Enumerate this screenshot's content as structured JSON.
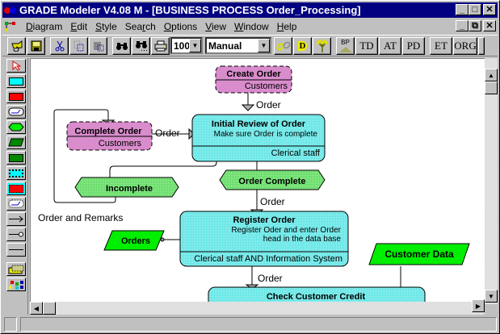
{
  "window": {
    "title": "GRADE Modeler V4.08 M - [BUSINESS PROCESS Order_Processing]",
    "controls": {
      "minimize": "_",
      "maximize": "□",
      "close": "×",
      "restore": "🗗"
    }
  },
  "menu": {
    "items": [
      {
        "label": "Diagram",
        "accel": "D"
      },
      {
        "label": "Edit",
        "accel": "E"
      },
      {
        "label": "Style",
        "accel": "S"
      },
      {
        "label": "Search",
        "accel": "r"
      },
      {
        "label": "Options",
        "accel": "O"
      },
      {
        "label": "View",
        "accel": "V"
      },
      {
        "label": "Window",
        "accel": "W"
      },
      {
        "label": "Help",
        "accel": "H"
      }
    ]
  },
  "toolbar": {
    "zoom_value": "100",
    "mode_value": "Manual",
    "text_buttons": [
      "TD",
      "AT",
      "PD",
      "ET",
      "ORG"
    ],
    "bp_label": "BP",
    "d_label": "D"
  },
  "diagram": {
    "nodes": {
      "create_order": {
        "title": "Create Order",
        "sub": "Customers"
      },
      "complete_order": {
        "title": "Complete Order",
        "sub": "Customers"
      },
      "initial_review": {
        "title": "Initial Review of Order",
        "desc": "Make sure Order is complete",
        "performer": "Clerical staff"
      },
      "order_complete": {
        "title": "Order Complete"
      },
      "incomplete": {
        "title": "Incomplete"
      },
      "register_order": {
        "title": "Register Order",
        "desc1": "Register Oder and enter Order",
        "desc2": "head in the data base",
        "performer": "Clerical staff AND Information System"
      },
      "orders": {
        "title": "Orders"
      },
      "customer_data": {
        "title": "Customer Data"
      },
      "check_credit": {
        "title": "Check Customer Credit"
      }
    },
    "flows": {
      "order1": "Order",
      "order2": "Order",
      "order3": "Order",
      "order4": "Order",
      "order_remarks": "Order and Remarks"
    }
  },
  "colors": {
    "title_bar": "#000080",
    "process": "#66e6e6",
    "external": "#cc3399",
    "event": "#66dd66",
    "data": "#00ee00"
  }
}
